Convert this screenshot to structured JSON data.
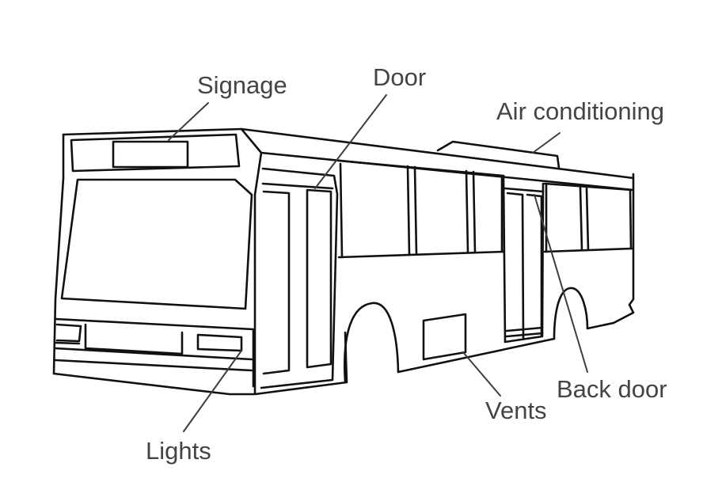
{
  "labels": {
    "signage": "Signage",
    "door": "Door",
    "air_conditioning": "Air conditioning",
    "lights": "Lights",
    "vents": "Vents",
    "back_door": "Back door"
  },
  "colors": {
    "outline": "#111111",
    "label_text": "#444444",
    "leader_line": "#3d3d3d",
    "background": "#ffffff"
  }
}
